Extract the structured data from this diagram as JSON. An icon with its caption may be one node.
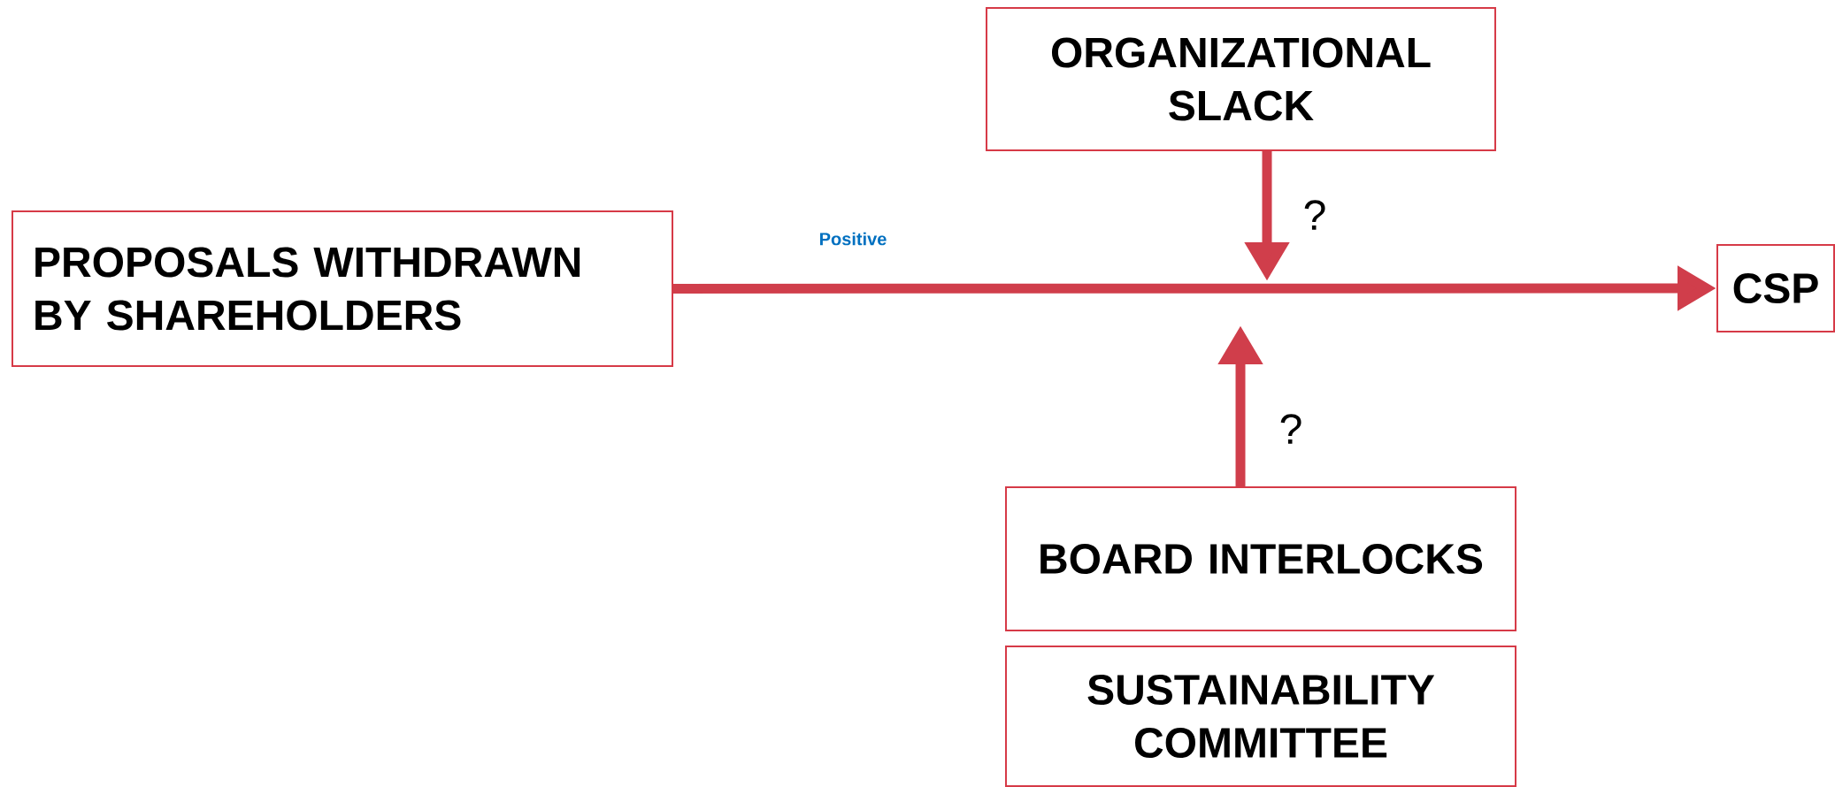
{
  "diagram": {
    "nodes": [
      {
        "text": [
          "PROPOSALS WITHDRAWN BY SHAREHOLDERS"
        ]
      },
      {
        "text": [
          "ORGANIZATIONAL SLACK"
        ]
      },
      {
        "text": [
          "CSP"
        ]
      },
      {
        "text": [
          "BOARD INTERLOCKS"
        ]
      },
      {
        "text": [
          "SUSTAINABILITY COMMITTEE"
        ]
      }
    ],
    "edges": [
      {
        "from": 0,
        "to": 2,
        "arrow": "to",
        "label": "Positive"
      },
      {
        "from": 1,
        "to": null,
        "arrow": "to",
        "label": "?"
      },
      {
        "from": 3,
        "to": null,
        "arrow": "to",
        "label": "?"
      }
    ]
  }
}
